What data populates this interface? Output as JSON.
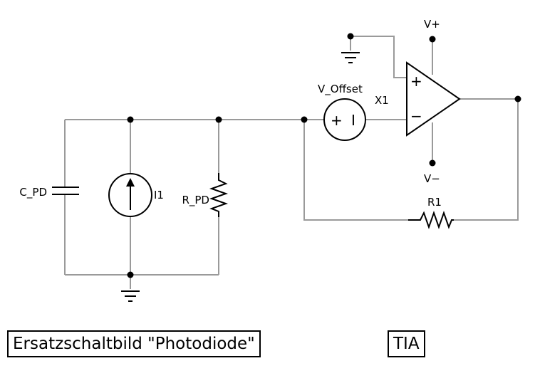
{
  "labels": {
    "c_pd": "C_PD",
    "i1": "I1",
    "r_pd": "R_PD",
    "v_offset": "V_Offset",
    "x1": "X1",
    "v_plus": "V+",
    "v_minus": "V−",
    "r1": "R1",
    "opamp_plus": "+",
    "opamp_minus": "−",
    "vsrc_plus": "+",
    "vsrc_minus": "I"
  },
  "boxes": {
    "photodiode_title": "Ersatzschaltbild \"Photodiode\"",
    "tia_title": "TIA"
  },
  "colors": {
    "wire": "#9a9a9a",
    "component": "#000000"
  }
}
